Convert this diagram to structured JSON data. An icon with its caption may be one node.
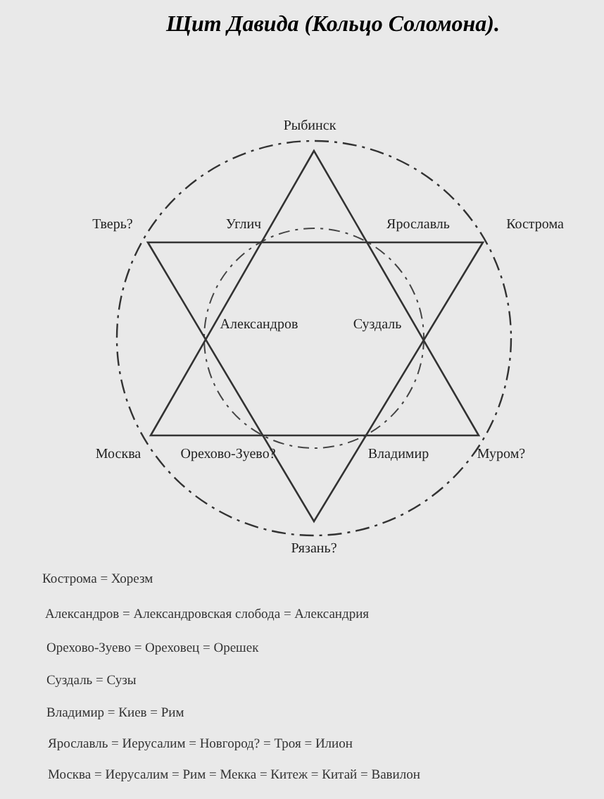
{
  "diagram": {
    "title": "Щит Давида (Кольцо Соломона).",
    "labels": [
      "Рыбинск",
      "Тверь?",
      "Углич",
      "Ярославль",
      "Кострома",
      "Александров",
      "Суздаль",
      "Москва",
      "Орехово-Зуево?",
      "Владимир",
      "Муром?",
      "Рязань?",
      "Кострома = Хорезм",
      "Александров = Александровская слобода = Александрия",
      "Орехово-Зуево = Ореховец = Орешек",
      "Суздаль = Сузы",
      "Владимир = Киев = Рим",
      "Ярославль = Иерусалим = Новгород? = Троя = Илион",
      "Москва = Иерусалим = Рим = Мекка = Китеж = Китай = Вавилон"
    ]
  }
}
